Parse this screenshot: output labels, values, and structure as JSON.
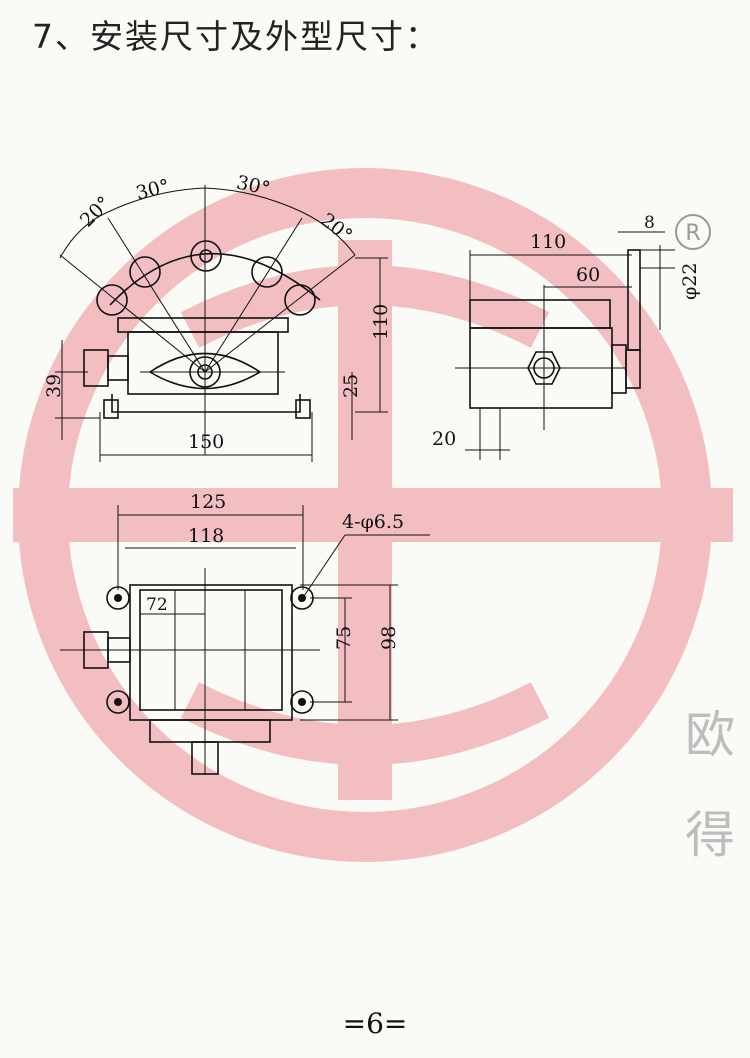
{
  "heading": "7、安装尺寸及外型尺寸：",
  "page_number": "=6=",
  "side_mark": [
    "欧",
    "得"
  ],
  "registered_mark": "R",
  "colors": {
    "watermark": "#f2b8bc",
    "line": "#111111",
    "background": "#fafaf7"
  },
  "front_view": {
    "angle_left_outer": "20°",
    "angle_left_inner": "30°",
    "angle_right_inner": "30°",
    "angle_right_outer": "20°",
    "height_total": "110",
    "height_shaft": "25",
    "height_cable": "39",
    "width_total": "150"
  },
  "side_view": {
    "depth_total": "110",
    "depth_center": "60",
    "boss_width": "8",
    "shaft_diameter": "φ22",
    "base_offset": "20"
  },
  "top_view": {
    "width_outer": "125",
    "width_holes": "118",
    "hole_spec": "4-φ6.5",
    "offset_72": "72",
    "height_holes": "75",
    "height_outer": "98"
  }
}
